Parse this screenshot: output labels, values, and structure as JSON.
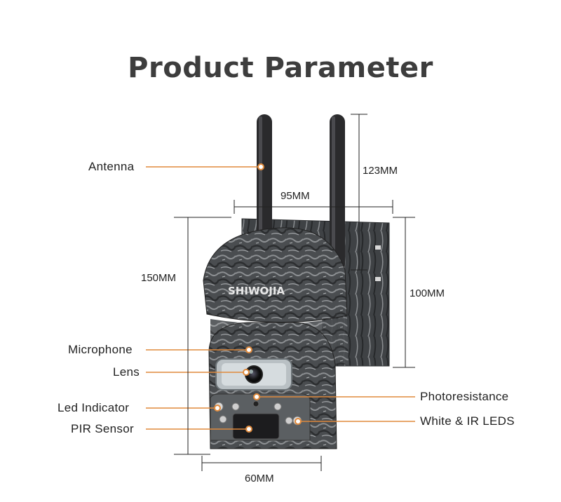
{
  "title": "Product Parameter",
  "brand": "SHIWOJIA",
  "callouts": {
    "antenna": "Antenna",
    "microphone": "Microphone",
    "lens": "Lens",
    "led_indicator": "Led Indicator",
    "pir_sensor": "PIR Sensor",
    "photoresistance": "Photoresistance",
    "white_ir_leds": "White & IR LEDS"
  },
  "dimensions": {
    "antenna_height": "123MM",
    "width_top": "95MM",
    "total_height": "150MM",
    "mount_height": "100MM",
    "bottom_width": "60MM"
  },
  "colors": {
    "callout_line": "#e08a3c",
    "camouflage_dark": "#3a3d40",
    "camouflage_light": "#8a8d90"
  }
}
